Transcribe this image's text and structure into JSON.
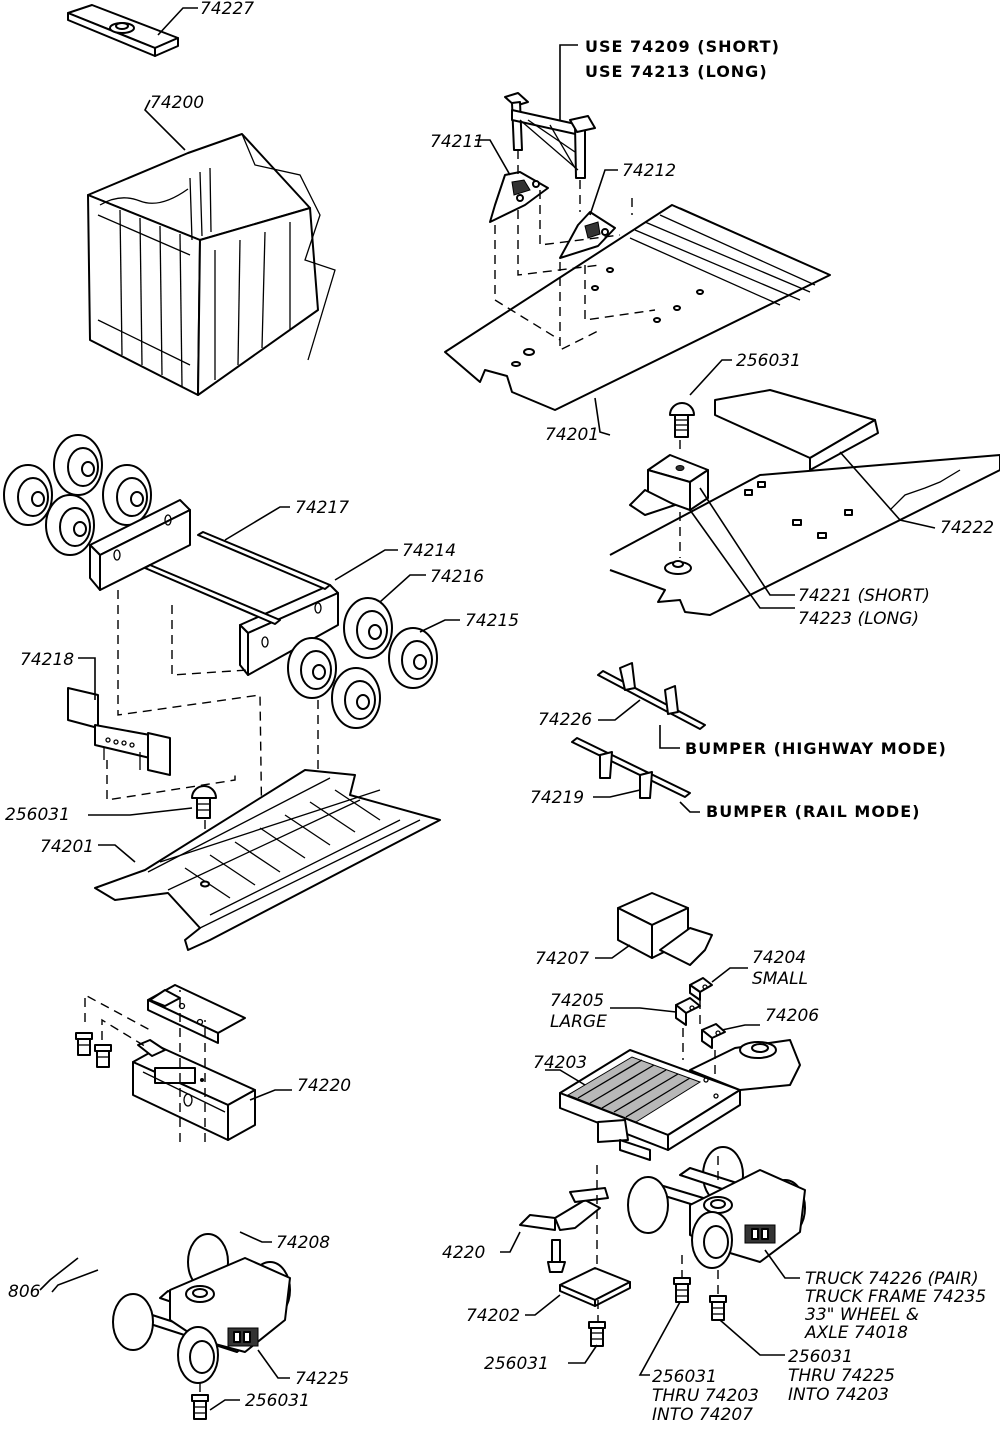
{
  "labels": {
    "p74227": "74227",
    "p74200": "74200",
    "use_short": "USE 74209 (SHORT)",
    "use_long": "USE 74213 (LONG)",
    "p74211": "74211",
    "p74212": "74212",
    "p74201_top": "74201",
    "p256031_a": "256031",
    "p74222": "74222",
    "p74221": "74221 (SHORT)",
    "p74223": "74223 (LONG)",
    "p74217": "74217",
    "p74214": "74214",
    "p74216": "74216",
    "p74215": "74215",
    "p74218": "74218",
    "p256031_b": "256031",
    "p74201_mid": "74201",
    "p74226": "74226",
    "bumper_highway": "BUMPER (HIGHWAY MODE)",
    "p74219": "74219",
    "bumper_rail": "BUMPER (RAIL MODE)",
    "p74207": "74207",
    "p74204": "74204",
    "small": "SMALL",
    "p74205": "74205",
    "large": "LARGE",
    "p74206": "74206",
    "p74203": "74203",
    "p74220": "74220",
    "p74208": "74208",
    "p806": "806",
    "p74225": "74225",
    "p256031_c": "256031",
    "p4220": "4220",
    "p74202": "74202",
    "p256031_d": "256031",
    "truck_l1": "TRUCK 74226 (PAIR)",
    "truck_l2": "TRUCK FRAME 74235",
    "truck_l3": "33\" WHEEL &",
    "truck_l4": "AXLE 74018",
    "note_r1": "256031",
    "note_r2": "THRU 74225",
    "note_r3": "INTO 74203",
    "note_b1": "256031",
    "note_b2": "THRU 74203",
    "note_b3": "INTO 74207"
  }
}
